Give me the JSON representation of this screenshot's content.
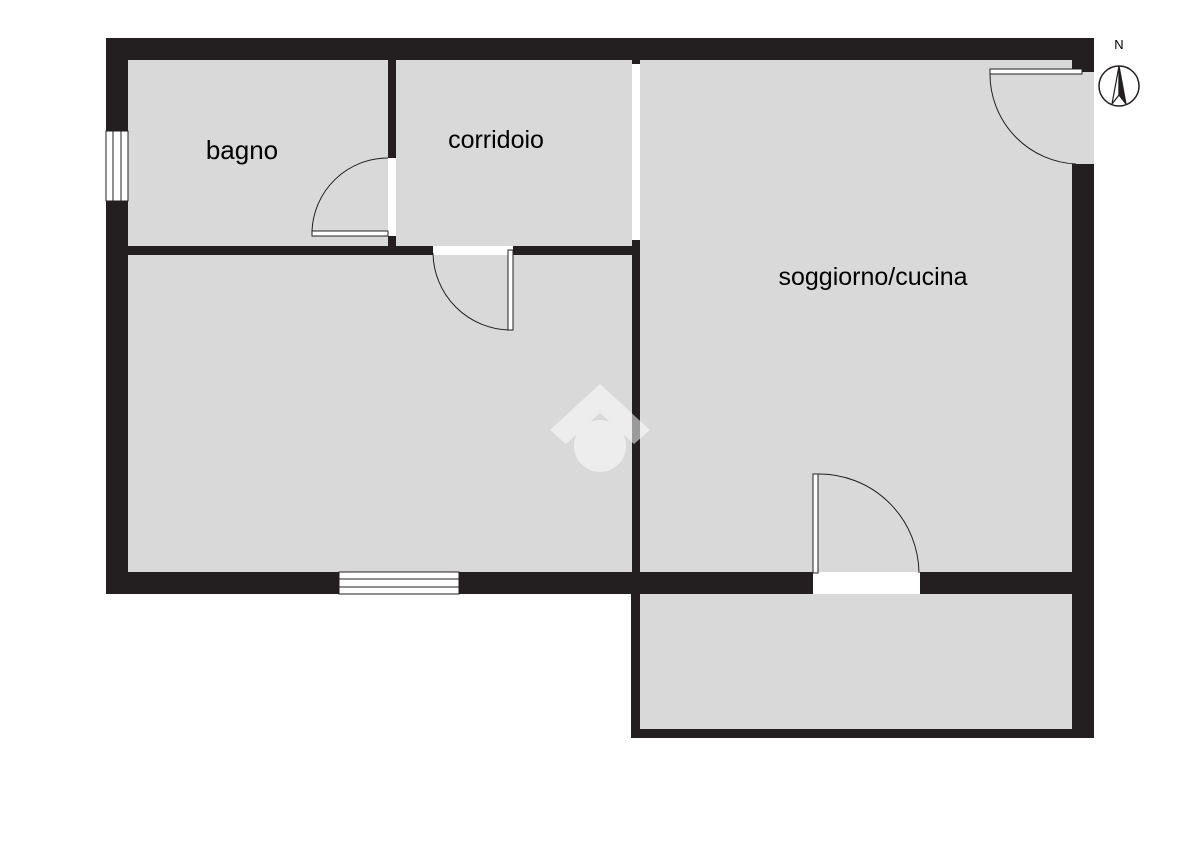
{
  "rooms": {
    "bathroom": "bagno",
    "corridor": "corridoio",
    "living_kitchen": "soggiorno/cucina"
  },
  "compass": {
    "label": "N",
    "icon": "north-arrow-icon"
  },
  "watermark": {
    "icon": "house-logo-icon"
  },
  "colors": {
    "wall": "#231f20",
    "floor": "#d9d9d9",
    "background": "#ffffff",
    "door_line": "#231f20"
  }
}
